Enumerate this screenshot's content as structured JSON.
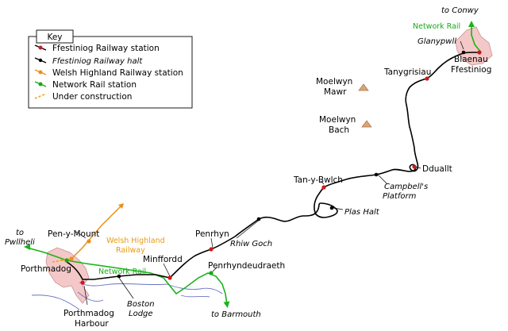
{
  "legend": {
    "title": "Key",
    "items": [
      {
        "label": "Ffestiniog Railway station",
        "marker_color": "#d01818",
        "line_color": "#000000"
      },
      {
        "label": "Ffestiniog Railway halt",
        "marker_color": "#000000",
        "line_color": "#000000"
      },
      {
        "label": "Welsh Highland Railway station",
        "marker_color": "#e8901a",
        "line_color": "#e8901a"
      },
      {
        "label": "Network Rail station",
        "marker_color": "#18a818",
        "line_color": "#18a818"
      },
      {
        "label": "Under construction",
        "marker_color": "",
        "line_color": "#f0a020"
      }
    ]
  },
  "places": {
    "porthmadog": "Porthmadog",
    "porthmadog_harbour_1": "Porthmadog",
    "porthmadog_harbour_2": "Harbour",
    "pen_y_mount": "Pen-y-Mount",
    "minffordd": "Minffordd",
    "penrhyn": "Penrhyn",
    "penrhyndeudraeth": "Penrhyndeudraeth",
    "tan_y_bwlch": "Tan-y-Bwlch",
    "dduallt": "Dduallt",
    "tanygrisiau": "Tanygrisiau",
    "blaenau_1": "Blaenau",
    "blaenau_2": "Ffestiniog",
    "moelwyn_mawr_1": "Moelwyn",
    "moelwyn_mawr_2": "Mawr",
    "moelwyn_bach_1": "Moelwyn",
    "moelwyn_bach_2": "Bach"
  },
  "halts": {
    "boston_lodge_1": "Boston",
    "boston_lodge_2": "Lodge",
    "rhiw_goch": "Rhiw Goch",
    "plas_halt": "Plas Halt",
    "campbells_1": "Campbell's",
    "campbells_2": "Platform",
    "glanypwll": "Glanypwll"
  },
  "directions": {
    "to_conwy": "to Conwy",
    "to_pwllheli_1": "to",
    "to_pwllheli_2": "Pwllheli",
    "to_barmouth": "to Barmouth"
  },
  "lines": {
    "network_rail_north": "Network Rail",
    "network_rail_south": "Network Rail",
    "welsh_highland_1": "Welsh Highland",
    "welsh_highland_2": "Railway"
  },
  "colors": {
    "ffestiniog": "#000000",
    "network_rail": "#18b418",
    "welsh_highland": "#e8901a",
    "station": "#d01818",
    "town": "#f4c8c8",
    "town_edge": "#c89090",
    "peak": "#d8a478",
    "water": "#6a72c8"
  }
}
